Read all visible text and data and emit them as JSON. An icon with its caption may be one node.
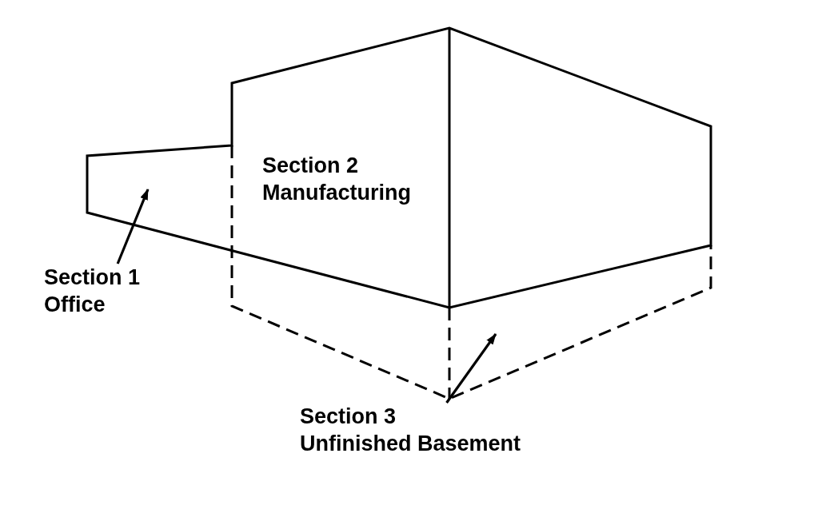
{
  "diagram": {
    "nodes": [
      {
        "text": [
          "Section 1",
          "Office"
        ]
      },
      {
        "text": [
          "Section 3",
          "Unfinished Basement"
        ]
      }
    ],
    "edges": [
      {
        "from": 0,
        "to": null,
        "arrow": "to"
      },
      {
        "from": 1,
        "to": null,
        "arrow": "to"
      }
    ],
    "labels": [
      "Section 2 Manufacturing"
    ]
  }
}
